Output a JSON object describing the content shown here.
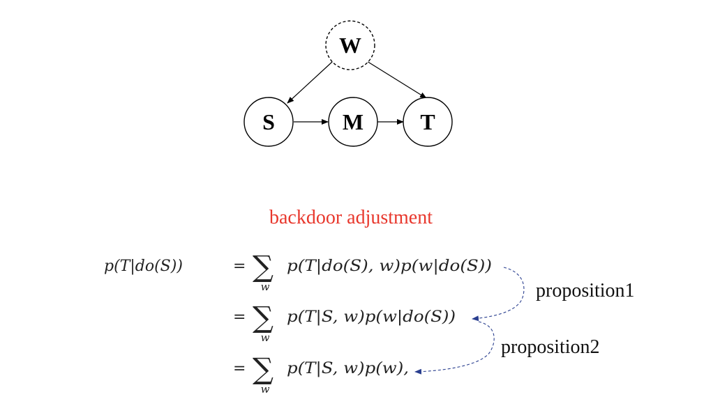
{
  "graph": {
    "nodes": {
      "W": {
        "label": "W",
        "observed": false
      },
      "S": {
        "label": "S",
        "observed": true
      },
      "M": {
        "label": "M",
        "observed": true
      },
      "T": {
        "label": "T",
        "observed": true
      }
    },
    "edges": [
      {
        "from": "W",
        "to": "S"
      },
      {
        "from": "W",
        "to": "T"
      },
      {
        "from": "S",
        "to": "M"
      },
      {
        "from": "M",
        "to": "T"
      }
    ]
  },
  "derivation": {
    "heading": "backdoor adjustment",
    "heading_color": "#e8372c",
    "lhs": "p(T|do(S))",
    "equals": "=",
    "sum_symbol": "∑",
    "sum_index": "w",
    "lines": [
      {
        "rhs": "p(T|do(S), w)p(w|do(S))"
      },
      {
        "rhs": "p(T|S, w)p(w|do(S))"
      },
      {
        "rhs": "p(T|S, w)p(w),"
      }
    ],
    "annotations": [
      {
        "label": "proposition1"
      },
      {
        "label": "proposition2"
      }
    ],
    "arrow_color": "#2a3f8f"
  }
}
